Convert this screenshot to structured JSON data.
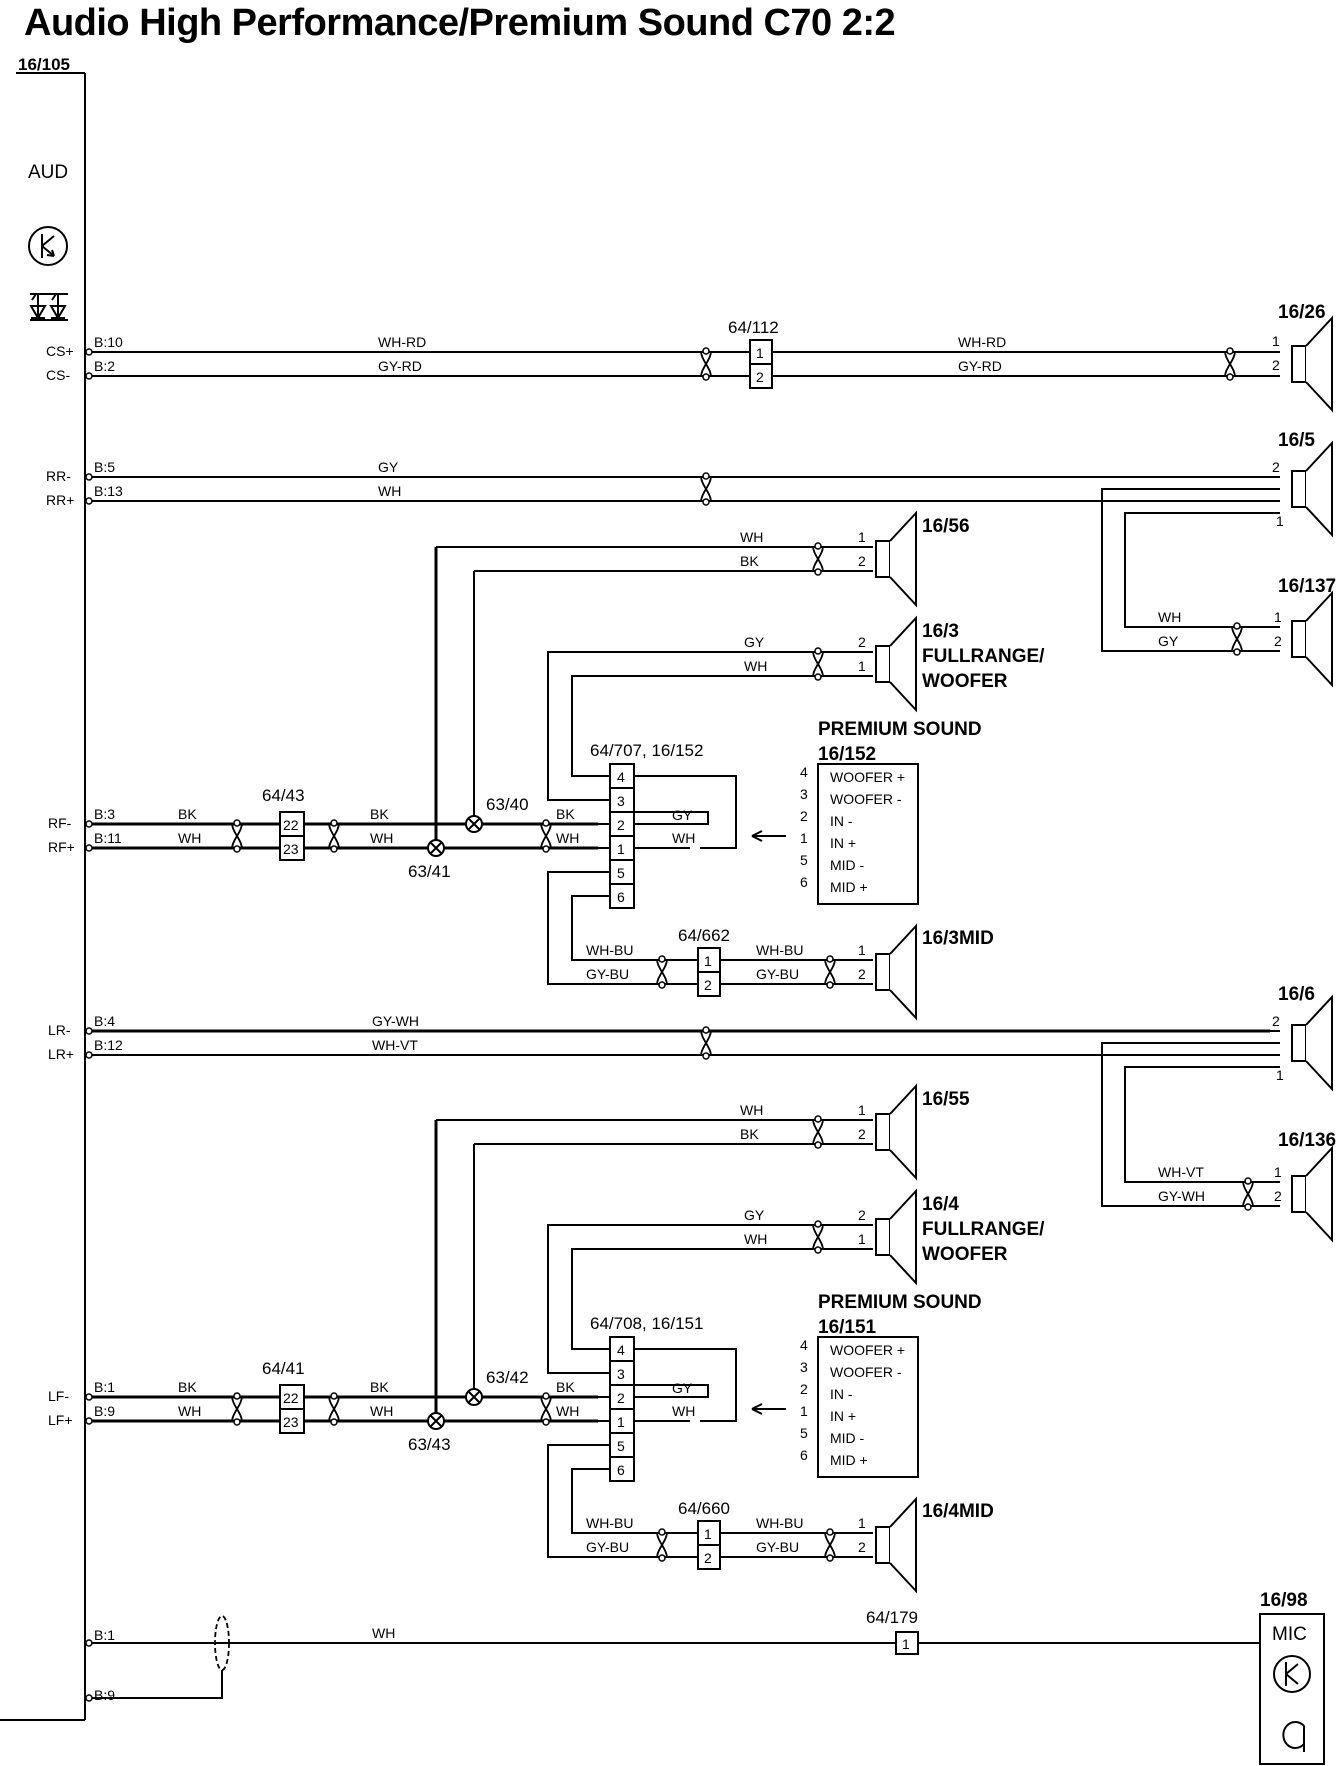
{
  "title": "Audio High Performance/Premium Sound C70 2:2",
  "module": {
    "ref": "16/105",
    "name": "AUD"
  },
  "pins": [
    {
      "name": "CS+",
      "pin": "B:10"
    },
    {
      "name": "CS-",
      "pin": "B:2"
    },
    {
      "name": "RR-",
      "pin": "B:5"
    },
    {
      "name": "RR+",
      "pin": "B:13"
    },
    {
      "name": "RF-",
      "pin": "B:3"
    },
    {
      "name": "RF+",
      "pin": "B:11"
    },
    {
      "name": "LR-",
      "pin": "B:4"
    },
    {
      "name": "LR+",
      "pin": "B:12"
    },
    {
      "name": "LF-",
      "pin": "B:1"
    },
    {
      "name": "LF+",
      "pin": "B:9"
    },
    {
      "name": "",
      "pin": "B:1"
    },
    {
      "name": "",
      "pin": "B:9"
    }
  ],
  "wire_colors": {
    "wh_rd": "WH-RD",
    "gy_rd": "GY-RD",
    "gy": "GY",
    "wh": "WH",
    "bk": "BK",
    "wh_bu": "WH-BU",
    "gy_bu": "GY-BU",
    "gy_wh": "GY-WH",
    "wh_vt": "WH-VT"
  },
  "connectors": {
    "c64_112": "64/112",
    "c64_43": "64/43",
    "c64_41": "64/41",
    "c64_707": "64/707, 16/152",
    "c64_708": "64/708, 16/151",
    "c64_662": "64/662",
    "c64_660": "64/660",
    "c64_179": "64/179"
  },
  "splices": {
    "s63_40": "63/40",
    "s63_41": "63/41",
    "s63_42": "63/42",
    "s63_43": "63/43"
  },
  "speakers": {
    "sp16_26": "16/26",
    "sp16_5": "16/5",
    "sp16_137": "16/137",
    "sp16_56": "16/56",
    "sp16_3": "16/3",
    "sp16_3mid": "16/3MID",
    "sp16_6": "16/6",
    "sp16_136": "16/136",
    "sp16_55": "16/55",
    "sp16_4": "16/4",
    "sp16_4mid": "16/4MID",
    "fullrange_1": "FULLRANGE/",
    "fullrange_2": "WOOFER"
  },
  "premium": {
    "heading": "PREMIUM SOUND",
    "ref_a": "16/152",
    "ref_b": "16/151",
    "labels": [
      "WOOFER +",
      "WOOFER -",
      "IN -",
      "IN +",
      "MID -",
      "MID +"
    ],
    "pin_nums": [
      "4",
      "3",
      "2",
      "1",
      "5",
      "6"
    ]
  },
  "mic": {
    "ref": "16/98",
    "label": "MIC"
  },
  "pin_numbers": {
    "one": "1",
    "two": "2",
    "three": "3",
    "four": "4",
    "five": "5",
    "six": "6",
    "p22": "22",
    "p23": "23"
  }
}
